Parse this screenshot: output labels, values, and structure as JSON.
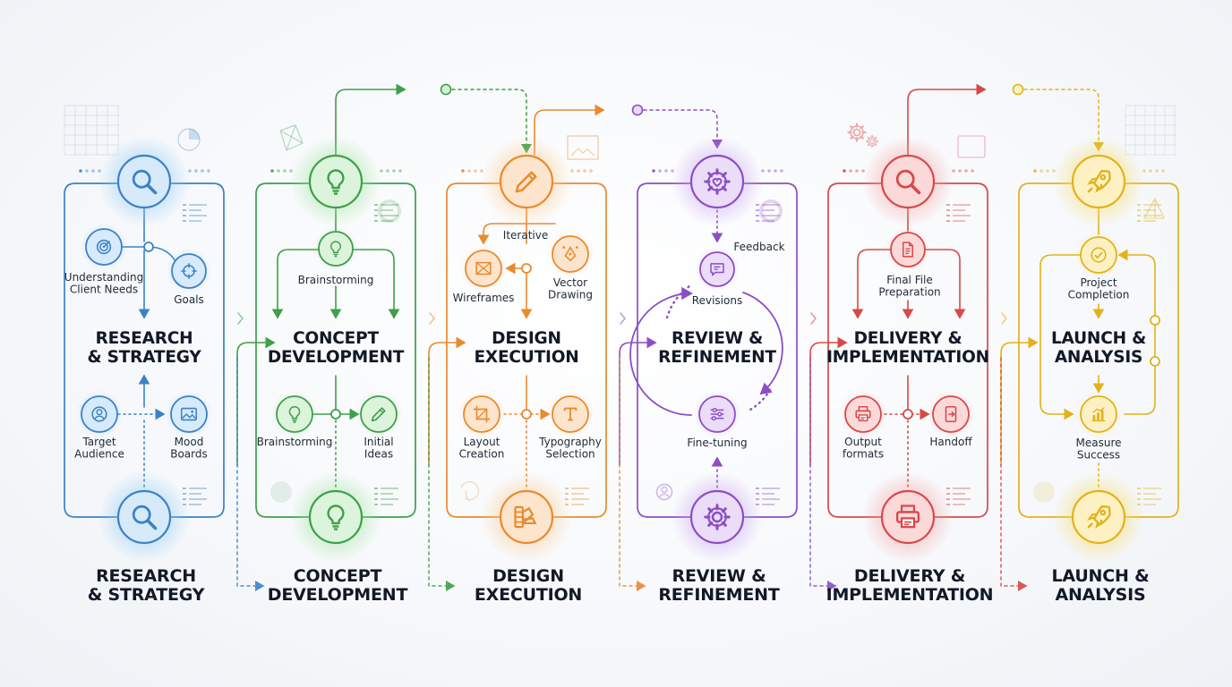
{
  "stages": [
    {
      "id": "research",
      "color": "#3b82c4",
      "fill": "#d6eafa",
      "glow": "#8ec9f5",
      "main_icon": "search-icon",
      "bottom_icon": "search-icon",
      "title_lines": [
        "RESEARCH",
        "& STRATEGY"
      ],
      "bottom_lines": [
        "RESEARCH",
        "& STRATEGY"
      ],
      "nodes": [
        {
          "key": "client-needs",
          "icon": "target-icon",
          "label_lines": [
            "Understanding",
            "Client Needs"
          ]
        },
        {
          "key": "goals",
          "icon": "crosshair-icon",
          "label_lines": [
            "Goals"
          ]
        },
        {
          "key": "target-audience",
          "icon": "user-circle-icon",
          "label_lines": [
            "Target",
            "Audience"
          ]
        },
        {
          "key": "mood-boards",
          "icon": "image-icon",
          "label_lines": [
            "Mood",
            "Boards"
          ]
        }
      ]
    },
    {
      "id": "concept",
      "color": "#3f9f4a",
      "fill": "#dcf3dc",
      "glow": "#9ee39d",
      "main_icon": "lightbulb-icon",
      "bottom_icon": "lightbulb-icon",
      "title_lines": [
        "CONCEPT",
        "DEVELOPMENT"
      ],
      "bottom_lines": [
        "CONCEPT",
        "DEVELOPMENT"
      ],
      "nodes": [
        {
          "key": "brainstorming-top",
          "icon": "lightbulb-icon",
          "label_lines": [
            "Brainstorming"
          ]
        },
        {
          "key": "brainstorming-bottom",
          "icon": "lightbulb-icon",
          "label_lines": [
            "Brainstorming"
          ]
        },
        {
          "key": "initial-ideas",
          "icon": "pencil-icon",
          "label_lines": [
            "Initial",
            "Ideas"
          ]
        }
      ]
    },
    {
      "id": "design",
      "color": "#e98a2c",
      "fill": "#fde5cd",
      "glow": "#fbc78e",
      "main_icon": "pencil-icon",
      "bottom_icon": "palette-icon",
      "title_lines": [
        "DESIGN",
        "EXECUTION"
      ],
      "bottom_lines": [
        "DESIGN",
        "EXECUTION"
      ],
      "nodes": [
        {
          "key": "iterative",
          "icon": "",
          "label_lines": [
            "Iterative"
          ]
        },
        {
          "key": "wireframes",
          "icon": "wireframe-icon",
          "label_lines": [
            "Wireframes"
          ]
        },
        {
          "key": "vector-drawing",
          "icon": "vector-pen-icon",
          "label_lines": [
            "Vector",
            "Drawing"
          ]
        },
        {
          "key": "layout-creation",
          "icon": "crop-icon",
          "label_lines": [
            "Layout",
            "Creation"
          ]
        },
        {
          "key": "typography-selection",
          "icon": "type-icon",
          "label_lines": [
            "Typography",
            "Selection"
          ]
        }
      ]
    },
    {
      "id": "review",
      "color": "#8a4fc4",
      "fill": "#ebdcf8",
      "glow": "#c9a3ef",
      "main_icon": "gear-heart-icon",
      "bottom_icon": "gear-icon",
      "title_lines": [
        "REVIEW &",
        "REFINEMENT"
      ],
      "bottom_lines": [
        "REVIEW &",
        "REFINEMENT"
      ],
      "nodes": [
        {
          "key": "feedback",
          "icon": "",
          "label_lines": [
            "Feedback"
          ]
        },
        {
          "key": "revisions",
          "icon": "chat-icon",
          "label_lines": [
            "Revisions"
          ]
        },
        {
          "key": "fine-tuning",
          "icon": "sliders-icon",
          "label_lines": [
            "Fine-tuning"
          ]
        }
      ]
    },
    {
      "id": "delivery",
      "color": "#d94848",
      "fill": "#fbd9d9",
      "glow": "#f4a1a1",
      "main_icon": "search-icon",
      "bottom_icon": "printer-icon",
      "title_lines": [
        "DELIVERY &",
        "IMPLEMENTATION"
      ],
      "bottom_lines": [
        "DELIVERY &",
        "IMPLEMENTATION"
      ],
      "nodes": [
        {
          "key": "final-file-prep",
          "icon": "document-icon",
          "label_lines": [
            "Final File",
            "Preparation"
          ]
        },
        {
          "key": "output-formats",
          "icon": "printer-icon",
          "label_lines": [
            "Output",
            "formats"
          ]
        },
        {
          "key": "handoff",
          "icon": "share-icon",
          "label_lines": [
            "Handoff"
          ]
        }
      ]
    },
    {
      "id": "launch",
      "color": "#e2b21a",
      "fill": "#fdf1c4",
      "glow": "#f8dc6a",
      "main_icon": "rocket-icon",
      "bottom_icon": "rocket-icon",
      "title_lines": [
        "LAUNCH &",
        "ANALYSIS"
      ],
      "bottom_lines": [
        "LAUNCH &",
        "ANALYSIS"
      ],
      "nodes": [
        {
          "key": "project-completion",
          "icon": "check-icon",
          "label_lines": [
            "Project",
            "Completion"
          ]
        },
        {
          "key": "measure-success",
          "icon": "bar-chart-icon",
          "label_lines": [
            "Measure",
            "Success"
          ]
        }
      ]
    }
  ]
}
